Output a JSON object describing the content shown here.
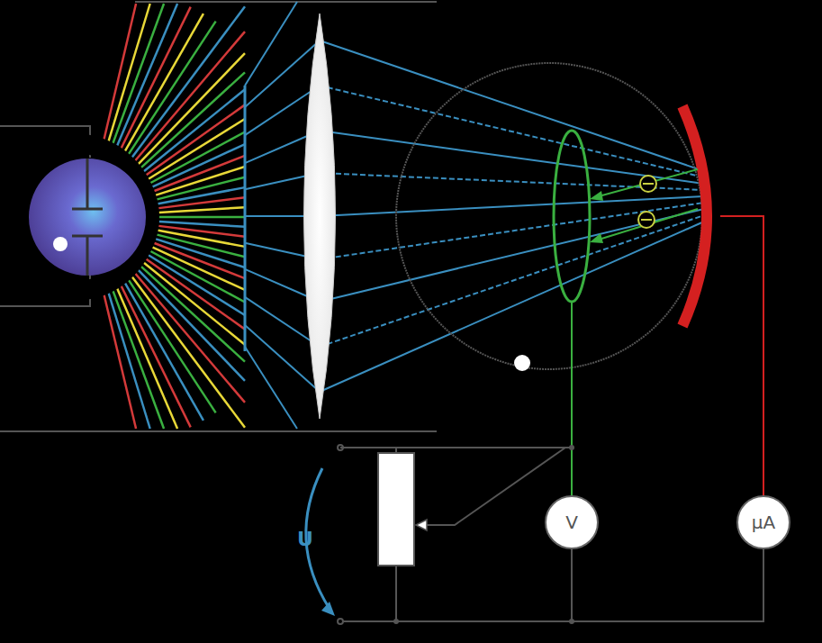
{
  "diagram": {
    "nodes": [
      {
        "text": [
          "V"
        ]
      },
      {
        "text": [
          "µA"
        ]
      }
    ],
    "edges": [
      {
        "from": 0,
        "to": 1,
        "arrow": "none"
      }
    ],
    "labels": [
      "U"
    ]
  }
}
